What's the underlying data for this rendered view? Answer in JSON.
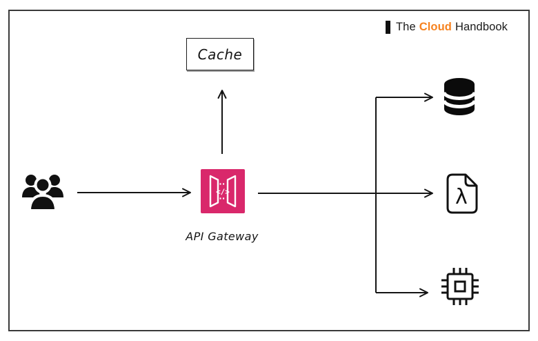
{
  "brand": {
    "prefix": "The",
    "highlight": "Cloud",
    "suffix": "Handbook"
  },
  "colors": {
    "brand_highlight": "#F6821F",
    "api_gateway": "#D9286B",
    "ink": "#141414"
  },
  "nodes": {
    "users": {
      "icon": "users-icon"
    },
    "api_gateway": {
      "label": "API Gateway",
      "glyph": "</>",
      "icon": "api-gateway-icon"
    },
    "cache": {
      "label": "Cache"
    },
    "database": {
      "icon": "database-icon"
    },
    "lambda_file": {
      "icon": "lambda-file-icon",
      "glyph": "λ"
    },
    "cpu": {
      "icon": "cpu-chip-icon"
    }
  },
  "edges": [
    {
      "from": "users",
      "to": "api_gateway"
    },
    {
      "from": "api_gateway",
      "to": "cache"
    },
    {
      "from": "api_gateway",
      "to": "database"
    },
    {
      "from": "api_gateway",
      "to": "lambda_file"
    },
    {
      "from": "api_gateway",
      "to": "cpu"
    }
  ]
}
